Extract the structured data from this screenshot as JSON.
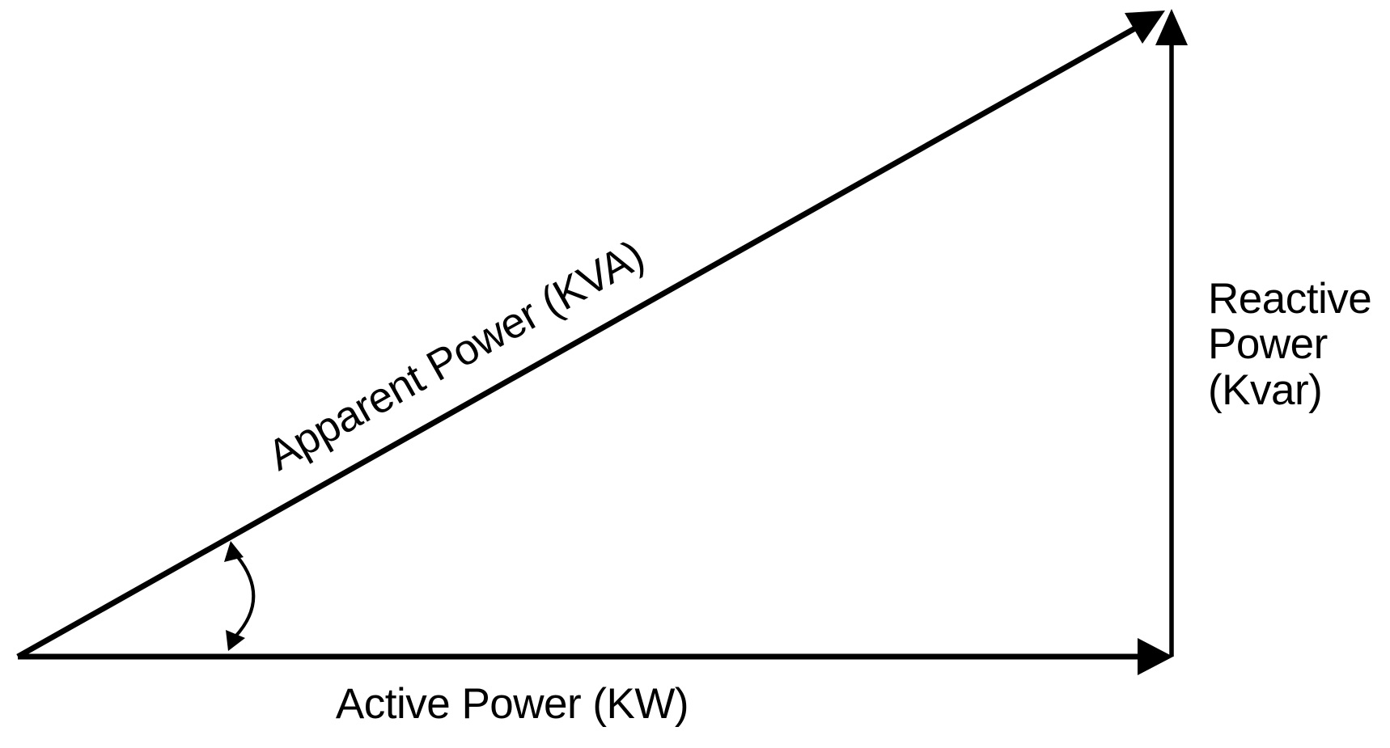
{
  "page": {
    "background_color": "#ffffff",
    "line_color": "#000000"
  },
  "diagram": {
    "labels": {
      "apparent_power": "Apparent Power (KVA)",
      "active_power": "Active Power (KW)",
      "reactive_power_lines": [
        "Reactive",
        "Power",
        "(Kvar)"
      ]
    },
    "icons": {
      "arrowhead": "filled triangle ▶",
      "angle_arc": "double-headed curved arrow"
    }
  }
}
